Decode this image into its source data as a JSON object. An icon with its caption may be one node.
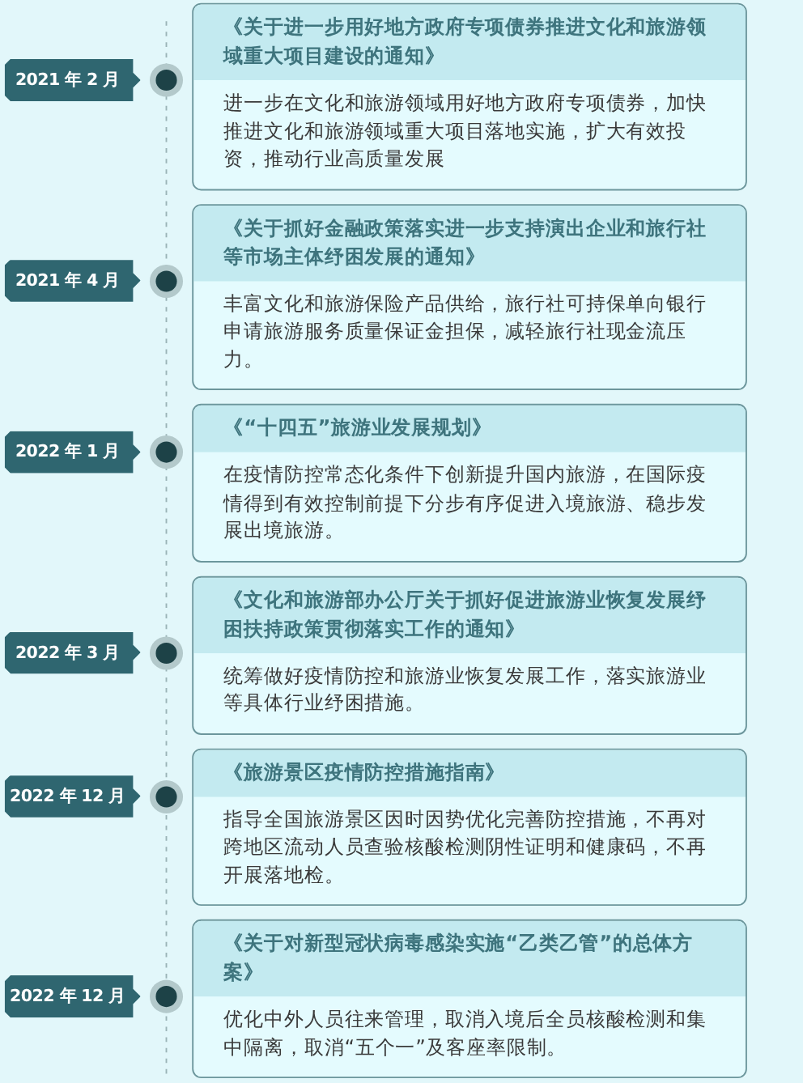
{
  "diagram": {
    "nodes": [
      {
        "text": [
          "2021 年 2 月"
        ]
      },
      {
        "text": [
          "《关于进一步用好地方政府专项债券推进文化和旅游领域重大项目建设的通知》",
          "进一步在文化和旅游领域用好地方政府专项债券，加快推进文化和旅游领域重大项目落地实施，扩大有效投资，推动行业高质量发展"
        ]
      },
      {
        "text": [
          "2021 年 4 月"
        ]
      },
      {
        "text": [
          "《关于抓好金融政策落实进一步支持演出企业和旅行社等市场主体纾困发展的通知》",
          "丰富文化和旅游保险产品供给，旅行社可持保单向银行申请旅游服务质量保证金担保，减轻旅行社现金流压力。"
        ]
      },
      {
        "text": [
          "2022 年 1 月"
        ]
      },
      {
        "text": [
          "《“十四五”旅游业发展规划》",
          "在疫情防控常态化条件下创新提升国内旅游，在国际疫情得到有效控制前提下分步有序促进入境旅游、稳步发展出境旅游。"
        ]
      },
      {
        "text": [
          "2022 年 3 月"
        ]
      },
      {
        "text": [
          "《文化和旅游部办公厅关于抓好促进旅游业恢复发展纾困扶持政策贯彻落实工作的通知》",
          "统筹做好疫情防控和旅游业恢复发展工作，落实旅游业等具体行业纾困措施。"
        ]
      },
      {
        "text": [
          "2022 年 12 月"
        ]
      },
      {
        "text": [
          "《旅游景区疫情防控措施指南》",
          "指导全国旅游景区因时因势优化完善防控措施，不再对跨地区流动人员查验核酸检测阴性证明和健康码，不再开展落地检。"
        ]
      },
      {
        "text": [
          "2022 年 12 月"
        ]
      },
      {
        "text": [
          "《关于对新型冠状病毒感染实施“乙类乙管”的总体方案》",
          "优化中外人员往来管理，取消入境后全员核酸检测和集中隔离，取消“五个一”及客座率限制。"
        ]
      }
    ]
  }
}
